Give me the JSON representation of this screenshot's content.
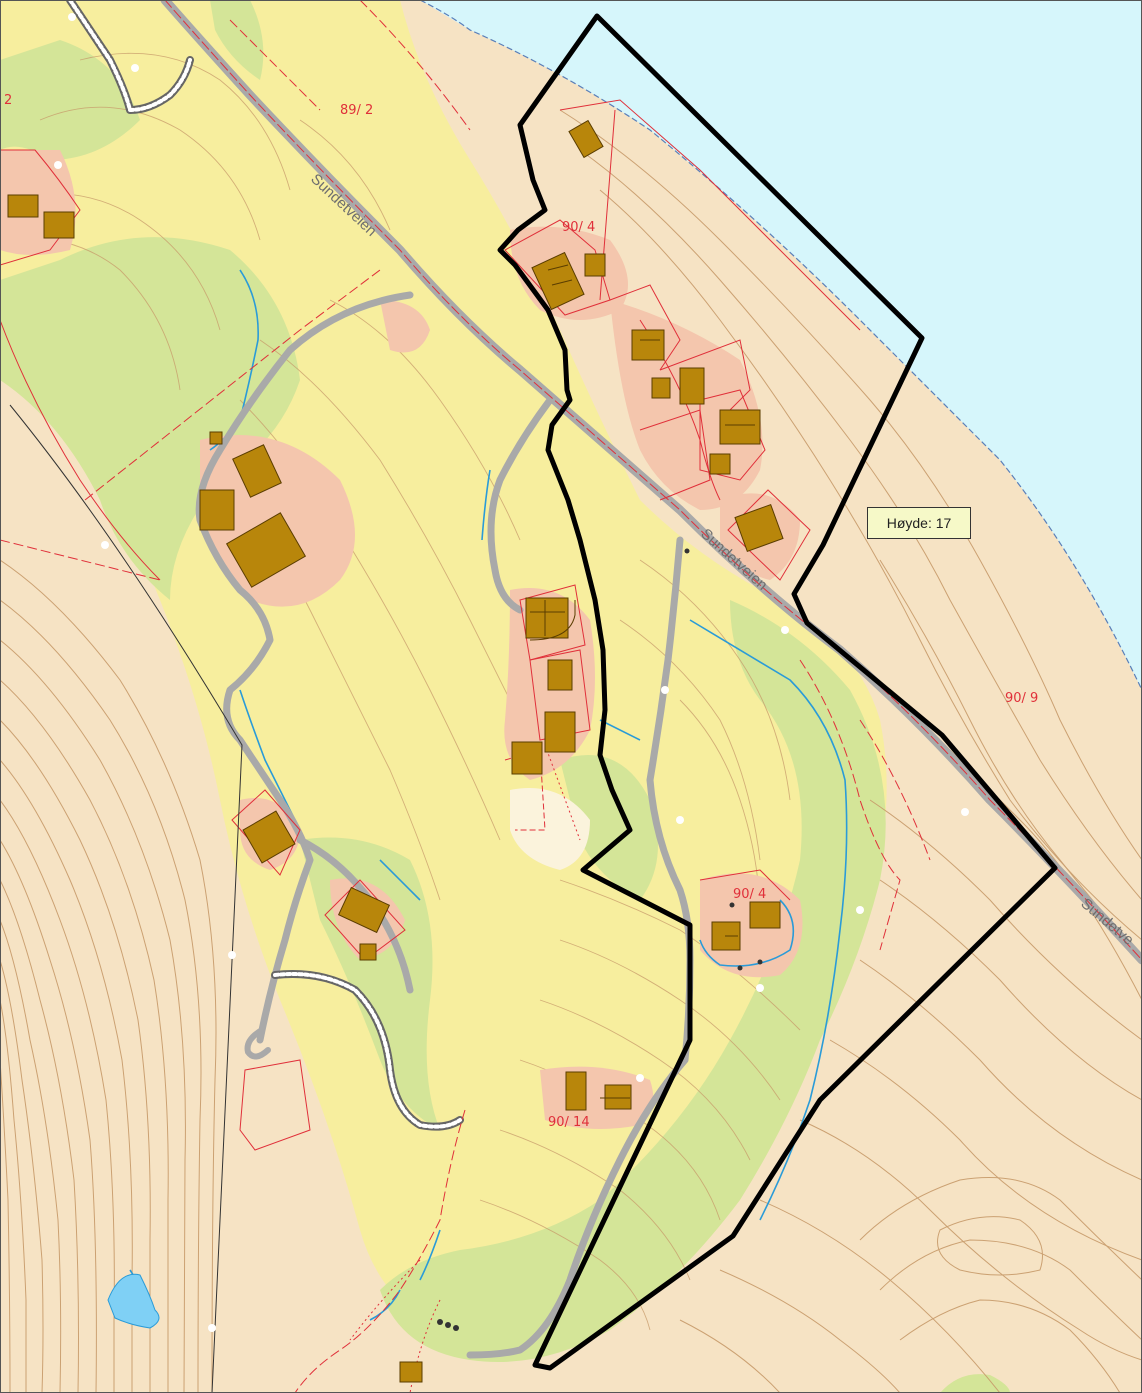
{
  "map": {
    "colors": {
      "sea": "#d6f6fb",
      "terrain": "#f6e3c4",
      "farmland": "#f7ee9e",
      "forest": "#d4e598",
      "built_area": "#f4c6ad",
      "building": "#b8860b",
      "road": "#a9a9a9",
      "contour": "#c79a6a",
      "stream": "#2a9bd8",
      "property_line": "#e0303a",
      "boundary": "#000000"
    },
    "road_labels": [
      "Sundetveien",
      "Sundetveien",
      "Sundetve"
    ],
    "parcels": [
      "89/ 2",
      "90/ 4",
      "90/ 4",
      "90/ 9",
      "90/ 14",
      "2"
    ],
    "tooltip": {
      "text": "Høyde: 17"
    }
  }
}
